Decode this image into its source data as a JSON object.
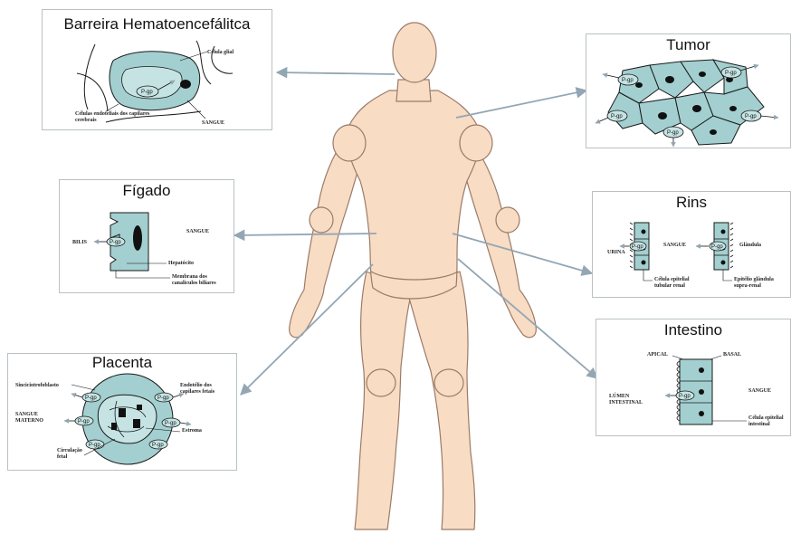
{
  "colors": {
    "skin": "#f8dcc4",
    "skin_outline": "#9b7b68",
    "cell": "#a3cfd0",
    "cell_outline": "#1a1a1a",
    "arrow": "#93a6b4",
    "panel_border": "#b9c1c4"
  },
  "pgp": "P-gp",
  "panels": {
    "bhe": {
      "title": "Barreira Hematoencefálitca",
      "celula_glial": "Célula glial",
      "endoteliais": "Células endoteliais dos capilares cerebrais",
      "sangue": "SANGUE"
    },
    "tumor": {
      "title": "Tumor"
    },
    "figado": {
      "title": "Fígado",
      "bilis": "BILIS",
      "sangue": "SANGUE",
      "hepatocito": "Hepatócito",
      "membrana": "Membrana dos canalículos biliares"
    },
    "rins": {
      "title": "Rins",
      "urina": "URINA",
      "sangue": "SANGUE",
      "glandula": "Glândula",
      "tubular": "Célula epitelial tubular renal",
      "suprarrenal": "Epitélio glândula supra-renal"
    },
    "placenta": {
      "title": "Placenta",
      "sinciciotrofoblasto": "Sinciciotrofoblasto",
      "sangue_materno": "SANGUE MATERNO",
      "endotelio": "Endotélio dos capilares fetais",
      "estroma": "Estroma",
      "circulacao": "Circulação fetal"
    },
    "intestino": {
      "title": "Intestino",
      "apical": "APICAL",
      "basal": "BASAL",
      "lumen": "LÚMEN INTESTINAL",
      "sangue": "SANGUE",
      "celula": "Célula epitelial intestinal"
    }
  }
}
